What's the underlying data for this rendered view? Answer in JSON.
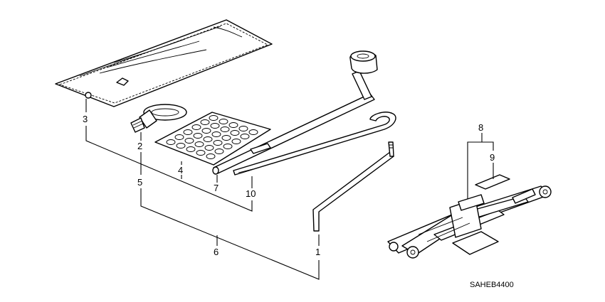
{
  "callouts": {
    "c1": "1",
    "c2": "2",
    "c3": "3",
    "c4": "4",
    "c5": "5",
    "c6": "6",
    "c7": "7",
    "c8": "8",
    "c9": "9",
    "c10": "10"
  },
  "diagram_code": "SAHEB4400"
}
